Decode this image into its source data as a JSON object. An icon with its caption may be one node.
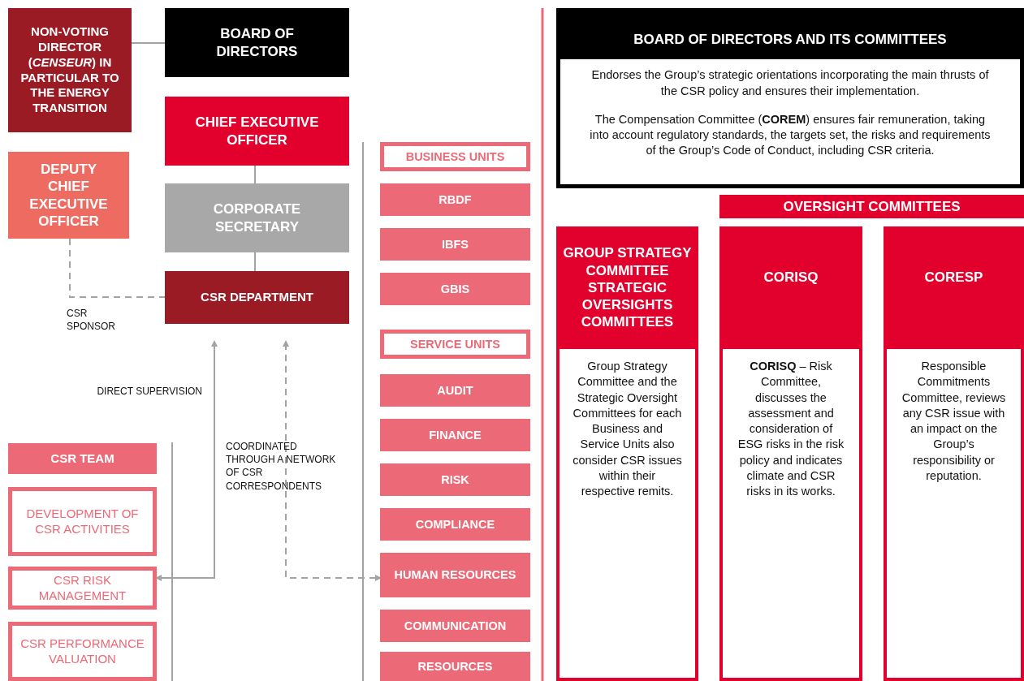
{
  "diagram": {
    "nodes": [
      {
        "text": [
          "NON-VOTING DIRECTOR (*CENSEUR*) IN PARTICULAR TO THE ENERGY TRANSITION"
        ]
      },
      {
        "text": [
          "BOARD OF DIRECTORS"
        ]
      },
      {
        "text": [
          "CHIEF EXECUTIVE OFFICER"
        ]
      },
      {
        "text": [
          "CORPORATE SECRETARY"
        ]
      },
      {
        "text": [
          "CSR DEPARTMENT"
        ]
      },
      {
        "text": [
          "DEPUTY CHIEF EXECUTIVE OFFICER"
        ]
      },
      {
        "text": [
          "CSR TEAM"
        ]
      },
      {
        "text": [
          "DEVELOPMENT OF CSR ACTIVITIES"
        ]
      },
      {
        "text": [
          "CSR RISK MANAGEMENT"
        ]
      },
      {
        "text": [
          "CSR PERFORMANCE VALUATION"
        ]
      },
      {
        "text": [
          "BUSINESS UNITS"
        ]
      },
      {
        "text": [
          "RBDF"
        ]
      },
      {
        "text": [
          "IBFS"
        ]
      },
      {
        "text": [
          "GBIS"
        ]
      },
      {
        "text": [
          "SERVICE UNITS"
        ]
      },
      {
        "text": [
          "AUDIT"
        ]
      },
      {
        "text": [
          "FINANCE"
        ]
      },
      {
        "text": [
          "RISK"
        ]
      },
      {
        "text": [
          "COMPLIANCE"
        ]
      },
      {
        "text": [
          "HUMAN RESOURCES"
        ]
      },
      {
        "text": [
          "COMMUNICATION"
        ]
      },
      {
        "text": [
          "RESOURCES"
        ]
      },
      {
        "text": [
          "BOARD OF DIRECTORS AND ITS COMMITTEES",
          "Endorses the Group’s strategic orientations incorporating the main thrusts of the CSR policy and ensures their implementation.",
          "The Compensation Committee (**COREM**) ensures fair remuneration, taking into account regulatory standards, the targets set, the risks and requirements of the Group’s Code of Conduct, including CSR criteria."
        ]
      },
      {
        "text": [
          "OVERSIGHT COMMITTEES"
        ]
      },
      {
        "text": [
          "GROUP STRATEGY COMMITTEE STRATEGIC OVERSIGHTS COMMITTEES",
          "Group Strategy Committee and the Strategic Oversight Committees for each Business and Service Units also consider CSR issues within their respective remits."
        ]
      },
      {
        "text": [
          "CORISQ",
          "**CORISQ** – Risk Committee, discusses the assessment and consideration of ESG risks in the risk policy and indicates climate and CSR risks in its works."
        ]
      },
      {
        "text": [
          "CORESP",
          "Responsible Commitments Committee, reviews any CSR issue with an impact on the Group’s responsibility or reputation."
        ]
      }
    ],
    "edges": [
      {
        "from": 0,
        "to": 1,
        "arrow": "none"
      },
      {
        "from": 2,
        "to": 3,
        "arrow": "none"
      },
      {
        "from": 3,
        "to": 4,
        "arrow": "none"
      },
      {
        "from": 5,
        "to": 4,
        "arrow": "none",
        "style": "dashed",
        "label": "CSR SPONSOR"
      },
      {
        "from": 4,
        "to": 8,
        "arrow": "both",
        "label": "DIRECT SUPERVISION"
      },
      {
        "from": 4,
        "to": 19,
        "arrow": "both",
        "style": "dashed",
        "label": "COORDINATED THROUGH A NETWORK OF CSR CORRESPONDENTS"
      }
    ]
  }
}
